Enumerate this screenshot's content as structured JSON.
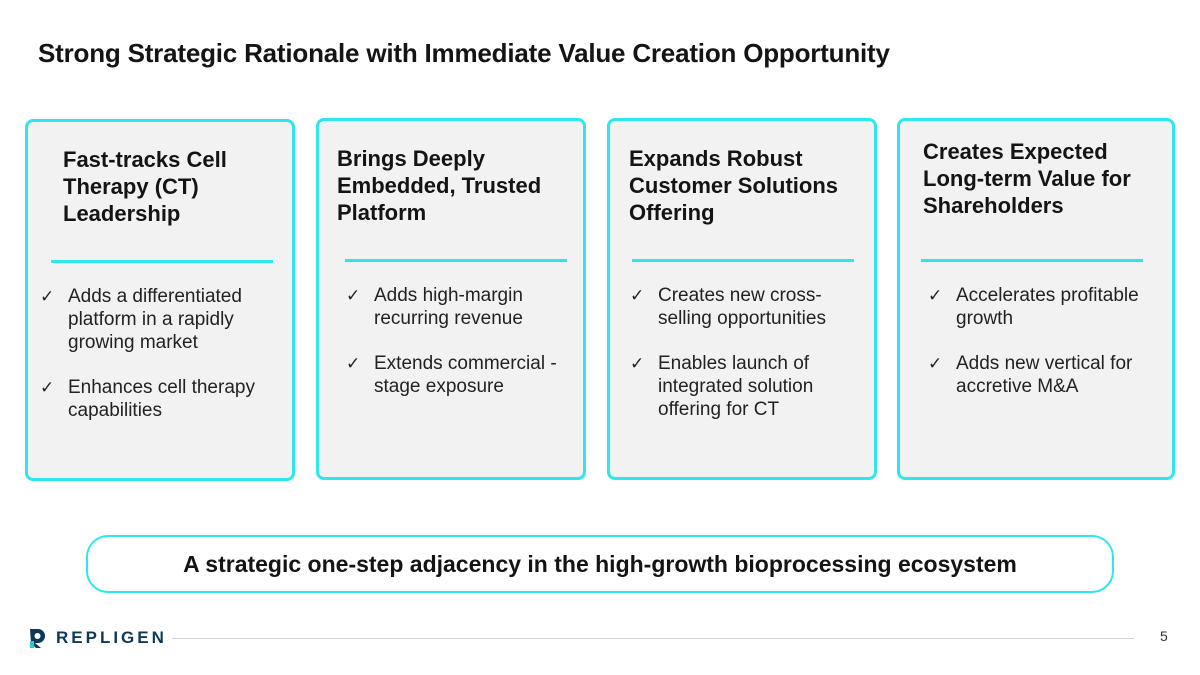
{
  "slide": {
    "title": "Strong Strategic Rationale with Immediate Value Creation Opportunity",
    "page_number": "5"
  },
  "cards": [
    {
      "heading": "Fast-tracks Cell Therapy (CT) Leadership",
      "bullets": [
        "Adds a differentiated platform in a rapidly growing market",
        "Enhances cell therapy capabilities"
      ]
    },
    {
      "heading": "Brings Deeply Embedded, Trusted Platform",
      "bullets": [
        "Adds high-margin recurring revenue",
        "Extends commercial - stage exposure"
      ]
    },
    {
      "heading": "Expands Robust Customer Solutions Offering",
      "bullets": [
        "Creates new cross-selling opportunities",
        "Enables launch of integrated solution offering for CT"
      ]
    },
    {
      "heading": "Creates Expected Long-term Value for Shareholders",
      "bullets": [
        "Accelerates profitable growth",
        "Adds new vertical for accretive M&A"
      ]
    }
  ],
  "tagline": "A strategic one-step adjacency in the high-growth bioprocessing ecosystem",
  "footer": {
    "logo_text": "REPLIGEN",
    "logo_icon": "repligen-logo-icon"
  },
  "colors": {
    "accent": "#2ee6ee",
    "card_background": "#f2f2f2",
    "logo_navy": "#0e3a5a"
  },
  "icons": {
    "bullet": "checkmark-icon",
    "check_glyph": "✓"
  }
}
